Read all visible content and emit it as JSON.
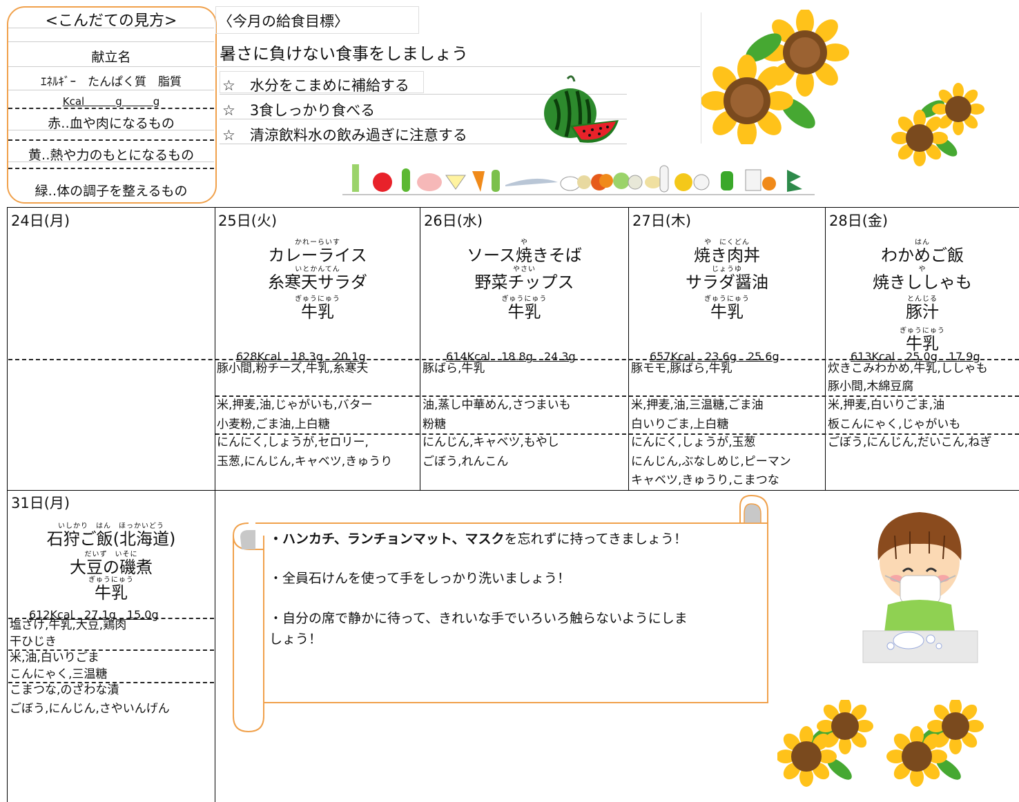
{
  "legend": {
    "title": "<こんだての見方>",
    "menu_name": "献立名",
    "energy_row": "ｴﾈﾙｷﾞｰ　たんぱく質　脂質",
    "unit_row": "Kcal　　　g　　　g",
    "red": "赤‥血や肉になるもの",
    "yellow": "黄‥熱や力のもとになるもの",
    "green": "緑‥体の調子を整えるもの"
  },
  "goal": {
    "heading": "〈今月の給食目標〉",
    "main": "暑さに負けない食事をしましょう",
    "items": [
      "☆　水分をこまめに補給する",
      "☆　3食しっかり食べる",
      "☆　清涼飲料水の飲み過ぎに注意する"
    ]
  },
  "days": [
    {
      "date": "24日(月)"
    },
    {
      "date": "25日(火)",
      "dishes": [
        {
          "rt": "かれーらいす",
          "rb": "カレーライス"
        },
        {
          "rt": "いとかんてん",
          "rb": "糸寒天サラダ"
        },
        {
          "rt": "ぎゅうにゅう",
          "rb": "牛乳"
        }
      ],
      "nutrition": "628Kcal　18.3g　20.1g",
      "red": [
        "豚小間,粉チーズ,牛乳,糸寒天"
      ],
      "yellow": [
        "米,押麦,油,じゃがいも,バター",
        "小麦粉,ごま油,上白糖"
      ],
      "green": [
        "にんにく,しょうが,セロリー,",
        "玉葱,にんじん,キャベツ,きゅうり"
      ]
    },
    {
      "date": "26日(水)",
      "dishes": [
        {
          "rt": "や",
          "rb": "ソース焼きそば"
        },
        {
          "rt": "やさい",
          "rb": "野菜チップス"
        },
        {
          "rt": "ぎゅうにゅう",
          "rb": "牛乳"
        }
      ],
      "nutrition": "614Kcal　18.8g　24.3g",
      "red": [
        "豚ばら,牛乳"
      ],
      "yellow": [
        "油,蒸し中華めん,さつまいも",
        "粉糖"
      ],
      "green": [
        "にんじん,キャベツ,もやし",
        "ごぼう,れんこん"
      ]
    },
    {
      "date": "27日(木)",
      "dishes": [
        {
          "rt": "や　にくどん",
          "rb": "焼き肉丼"
        },
        {
          "rt": "じょうゆ",
          "rb": "サラダ醤油"
        },
        {
          "rt": "ぎゅうにゅう",
          "rb": "牛乳"
        }
      ],
      "nutrition": "657Kcal　23.6g　25.6g",
      "red": [
        "豚モモ,豚ばら,牛乳"
      ],
      "yellow": [
        "米,押麦,油,三温糖,ごま油",
        "白いりごま,上白糖"
      ],
      "green": [
        "にんにく,しょうが,玉葱",
        "にんじん,ぶなしめじ,ピーマン",
        "キャベツ,きゅうり,こまつな"
      ]
    },
    {
      "date": "28日(金)",
      "dishes": [
        {
          "rt": "はん",
          "rb": "わかめご飯"
        },
        {
          "rt": "や",
          "rb": "焼きししゃも"
        },
        {
          "rt": "とんじる",
          "rb": "豚汁"
        },
        {
          "rt": "ぎゅうにゅう",
          "rb": "牛乳"
        }
      ],
      "nutrition": "613Kcal　25.0g　17.9g",
      "red": [
        "炊きこみわかめ,牛乳,ししゃも",
        "豚小間,木綿豆腐"
      ],
      "yellow": [
        "米,押麦,白いりごま,油",
        "板こんにゃく,じゃがいも"
      ],
      "green": [
        "ごぼう,にんじん,だいこん,ねぎ"
      ]
    },
    {
      "date": "31日(月)",
      "dishes": [
        {
          "rt": "いしかり　はん　ほっかいどう",
          "rb": "石狩ご飯(北海道)"
        },
        {
          "rt": "だいず　いそに",
          "rb": "大豆の磯煮"
        },
        {
          "rt": "ぎゅうにゅう",
          "rb": "牛乳"
        }
      ],
      "nutrition": "612Kcal　27.1g　15.0g",
      "red": [
        "塩ざけ,牛乳,大豆,鶏肉",
        "干ひじき"
      ],
      "yellow": [
        "米,油,白いりごま",
        "こんにゃく,三温糖"
      ],
      "green": [
        "こまつな,のざわな漬",
        "ごぼう,にんじん,さやいんげん"
      ]
    }
  ],
  "notes": {
    "line1_bold": "・ハンカチ、ランチョンマット、マスク",
    "line1_rest": "を忘れずに持ってきましょう！",
    "line2": "・全員石けんを使って手をしっかり洗いましょう！",
    "line3a": "・自分の席で静かに待って、きれいな手でいろいろ触らないようにしま",
    "line3b": "しょう！"
  },
  "colors": {
    "accent": "#f0a04a",
    "dash": "#222222"
  }
}
